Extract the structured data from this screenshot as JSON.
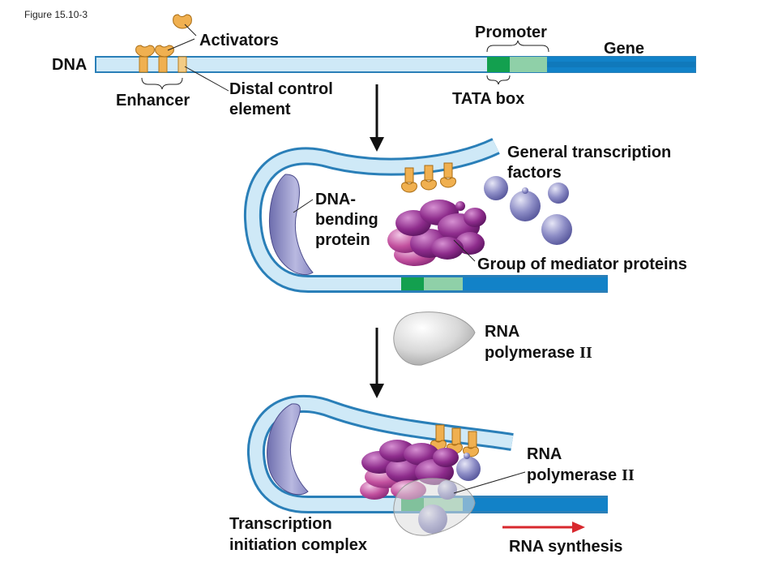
{
  "figure_label": "Figure 15.10-3",
  "panel1": {
    "activators": "Activators",
    "dna": "DNA",
    "enhancer": "Enhancer",
    "distal_line1": "Distal control",
    "distal_line2": "element",
    "promoter": "Promoter",
    "gene": "Gene",
    "tata_box": "TATA box"
  },
  "panel2": {
    "gtf_line1": "General transcription",
    "gtf_line2": "factors",
    "dna_bending_line1": "DNA-",
    "dna_bending_line2": "bending",
    "dna_bending_line3": "protein",
    "mediator": "Group of mediator proteins",
    "rna_pol_line1": "RNA",
    "rna_pol_line2": "polymerase",
    "rna_pol_numeral": "II"
  },
  "panel3": {
    "rna_pol_line1": "RNA",
    "rna_pol_line2": "polymerase",
    "rna_pol_numeral": "II",
    "tic_line1": "Transcription",
    "tic_line2": "initiation complex",
    "rna_synthesis": "RNA synthesis"
  },
  "colors": {
    "dna_fill": "#cfe9f7",
    "dna_outline": "#2a7fb8",
    "gene_blue": "#1282c8",
    "tata_green": "#13a04f",
    "promoter_light_green": "#8fd0a8",
    "activator_orange": "#f0b050",
    "mediator_purple": "#8a2a8a",
    "gtf_lavender": "#7878b8",
    "rna_synthesis_arrow": "#d8282e"
  }
}
